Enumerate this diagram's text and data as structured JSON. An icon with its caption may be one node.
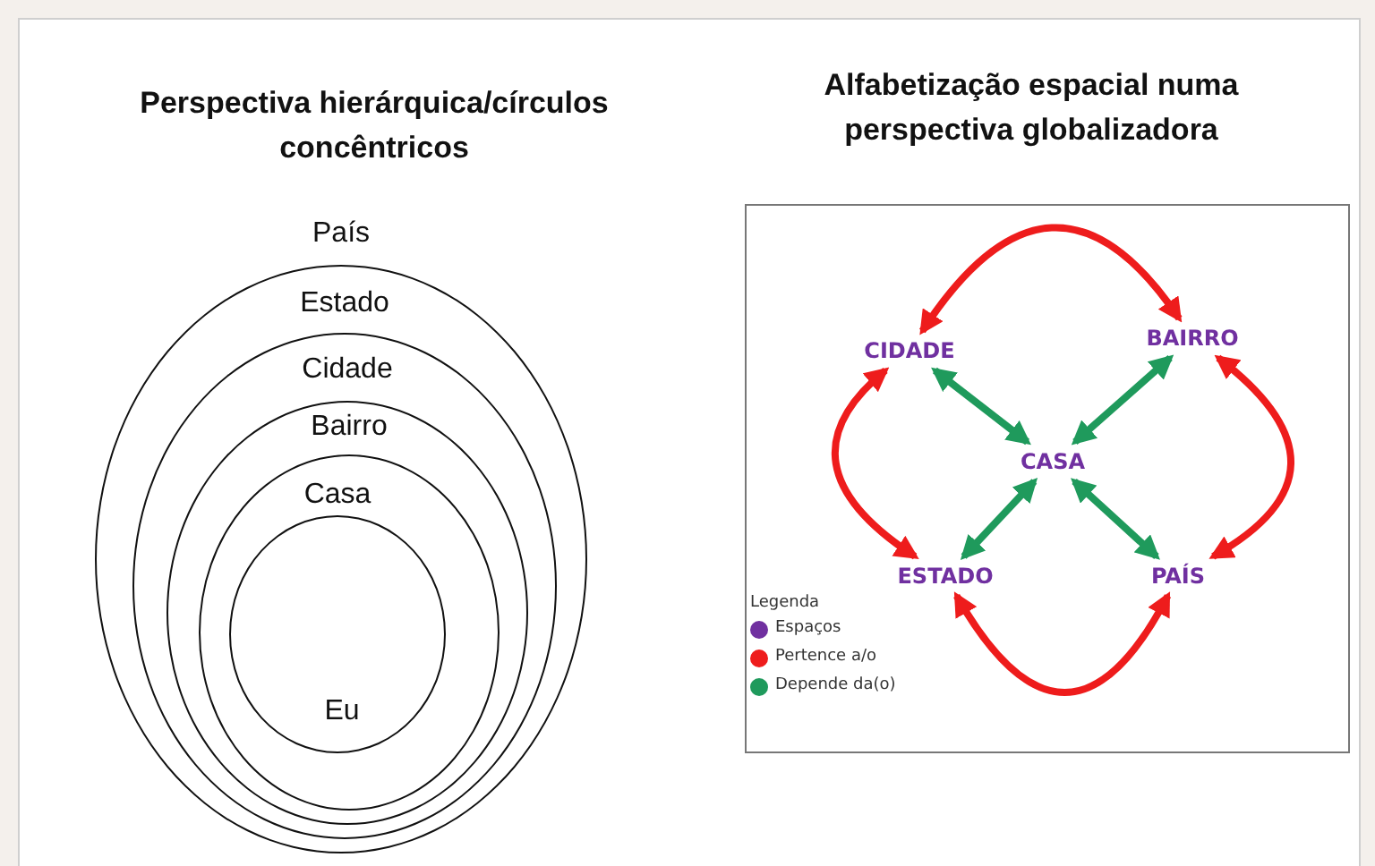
{
  "diagram": {
    "nodes": [
      {
        "text": [
          "País"
        ]
      },
      {
        "text": [
          "Estado"
        ],
        "in": 0
      },
      {
        "text": [
          "Cidade"
        ],
        "in": 1
      },
      {
        "text": [
          "Bairro"
        ],
        "in": 2
      },
      {
        "text": [
          "Casa"
        ],
        "in": 3
      },
      {
        "text": [
          "Eu"
        ],
        "in": 4
      },
      {
        "text": [
          "CIDADE"
        ]
      },
      {
        "text": [
          "BAIRRO"
        ]
      },
      {
        "text": [
          "CASA"
        ]
      },
      {
        "text": [
          "ESTADO"
        ]
      },
      {
        "text": [
          "PAÍS"
        ]
      }
    ],
    "edges": [
      {
        "from": 6,
        "to": 7,
        "arrow": "both",
        "color": "#ee1c1c"
      },
      {
        "from": 7,
        "to": 10,
        "arrow": "both",
        "color": "#ee1c1c"
      },
      {
        "from": 10,
        "to": 9,
        "arrow": "both",
        "color": "#ee1c1c"
      },
      {
        "from": 9,
        "to": 6,
        "arrow": "both",
        "color": "#ee1c1c"
      },
      {
        "from": 6,
        "to": 8,
        "arrow": "both",
        "color": "#1f9a5c"
      },
      {
        "from": 7,
        "to": 8,
        "arrow": "both",
        "color": "#1f9a5c"
      },
      {
        "from": 9,
        "to": 8,
        "arrow": "both",
        "color": "#1f9a5c"
      },
      {
        "from": 10,
        "to": 8,
        "arrow": "both",
        "color": "#1f9a5c"
      }
    ],
    "labels": [
      "Perspectiva hierárquica/círculos concêntricos",
      "Alfabetização espacial numa perspectiva globalizadora",
      "Legenda"
    ],
    "legend": [
      {
        "text": "Espaços",
        "color": "#7030a0"
      },
      {
        "text": "Pertence a/o",
        "color": "#ee1c1c"
      },
      {
        "text": "Depende da(o)",
        "color": "#1f9a5c"
      }
    ]
  }
}
